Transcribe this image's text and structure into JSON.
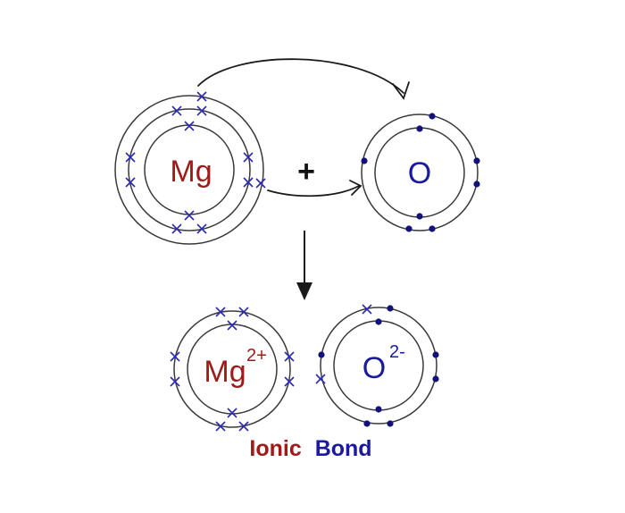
{
  "top_row": {
    "mg_symbol": "Mg",
    "plus_sign": "+",
    "o_symbol": "O"
  },
  "bottom_row": {
    "mg_ion_symbol": "Mg",
    "mg_ion_charge": "2+",
    "o_ion_symbol": "O",
    "o_ion_charge": "2-"
  },
  "caption": {
    "word1": "Ionic",
    "word2": "Bond"
  },
  "colors": {
    "magnesium_text": "#a01a1a",
    "oxygen_text": "#1a1aa0",
    "electron_cross": "#2a2ab0",
    "electron_dot": "#12127a",
    "shell": "#3a3a3a",
    "arrow": "#1a1a1a"
  },
  "icons": {
    "mg_electron": "cross-mark",
    "o_electron": "filled-dot"
  }
}
